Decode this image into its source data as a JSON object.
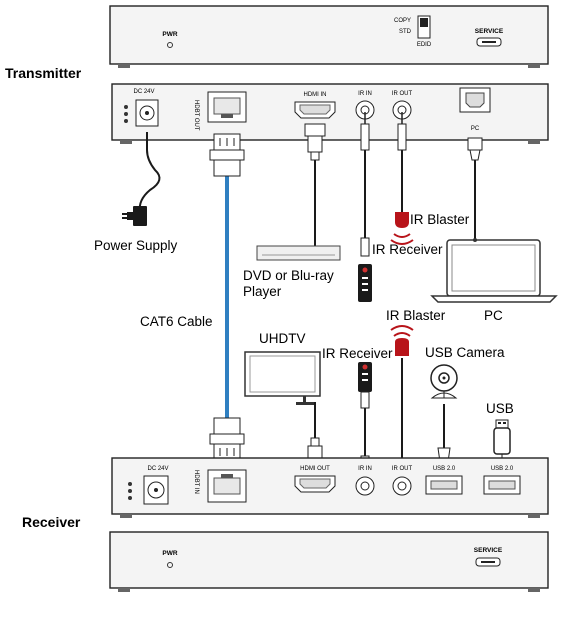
{
  "labels": {
    "transmitter": "Transmitter",
    "receiver": "Receiver",
    "power_supply": "Power Supply",
    "dvd_line1": "DVD or Blu-ray",
    "dvd_line2": "Player",
    "cat6": "CAT6 Cable",
    "pc": "PC",
    "uhdtv": "UHDTV",
    "usb_camera": "USB Camera",
    "usb": "USB",
    "ir_blaster_tx": "IR Blaster",
    "ir_receiver_tx": "IR Receiver",
    "ir_blaster_rx": "IR Blaster",
    "ir_receiver_rx": "IR Receiver"
  },
  "transmitter_front": {
    "pwr": "PWR",
    "copy": "COPY",
    "std": "STD",
    "edid": "EDID",
    "service": "SERVICE"
  },
  "transmitter_rear": {
    "dc": "DC 24V",
    "hdbt": "HDBT OUT",
    "hdmi": "HDMI IN",
    "ir_in": "IR IN",
    "ir_out": "IR OUT",
    "pc_port": "PC"
  },
  "receiver_rear": {
    "dc": "DC 24V",
    "hdbt": "HDBT IN",
    "hdmi": "HDMI OUT",
    "ir_in": "IR IN",
    "ir_out": "IR OUT",
    "usb1": "USB 2.0",
    "usb2": "USB 2.0"
  },
  "receiver_front": {
    "pwr": "PWR",
    "service": "SERVICE"
  },
  "colors": {
    "device_fill": "#f4f4f4",
    "outline": "#222222",
    "cat6_cable": "#2f7fc1",
    "ir_red": "#b8141a",
    "cable_black": "#1a1a1a"
  }
}
